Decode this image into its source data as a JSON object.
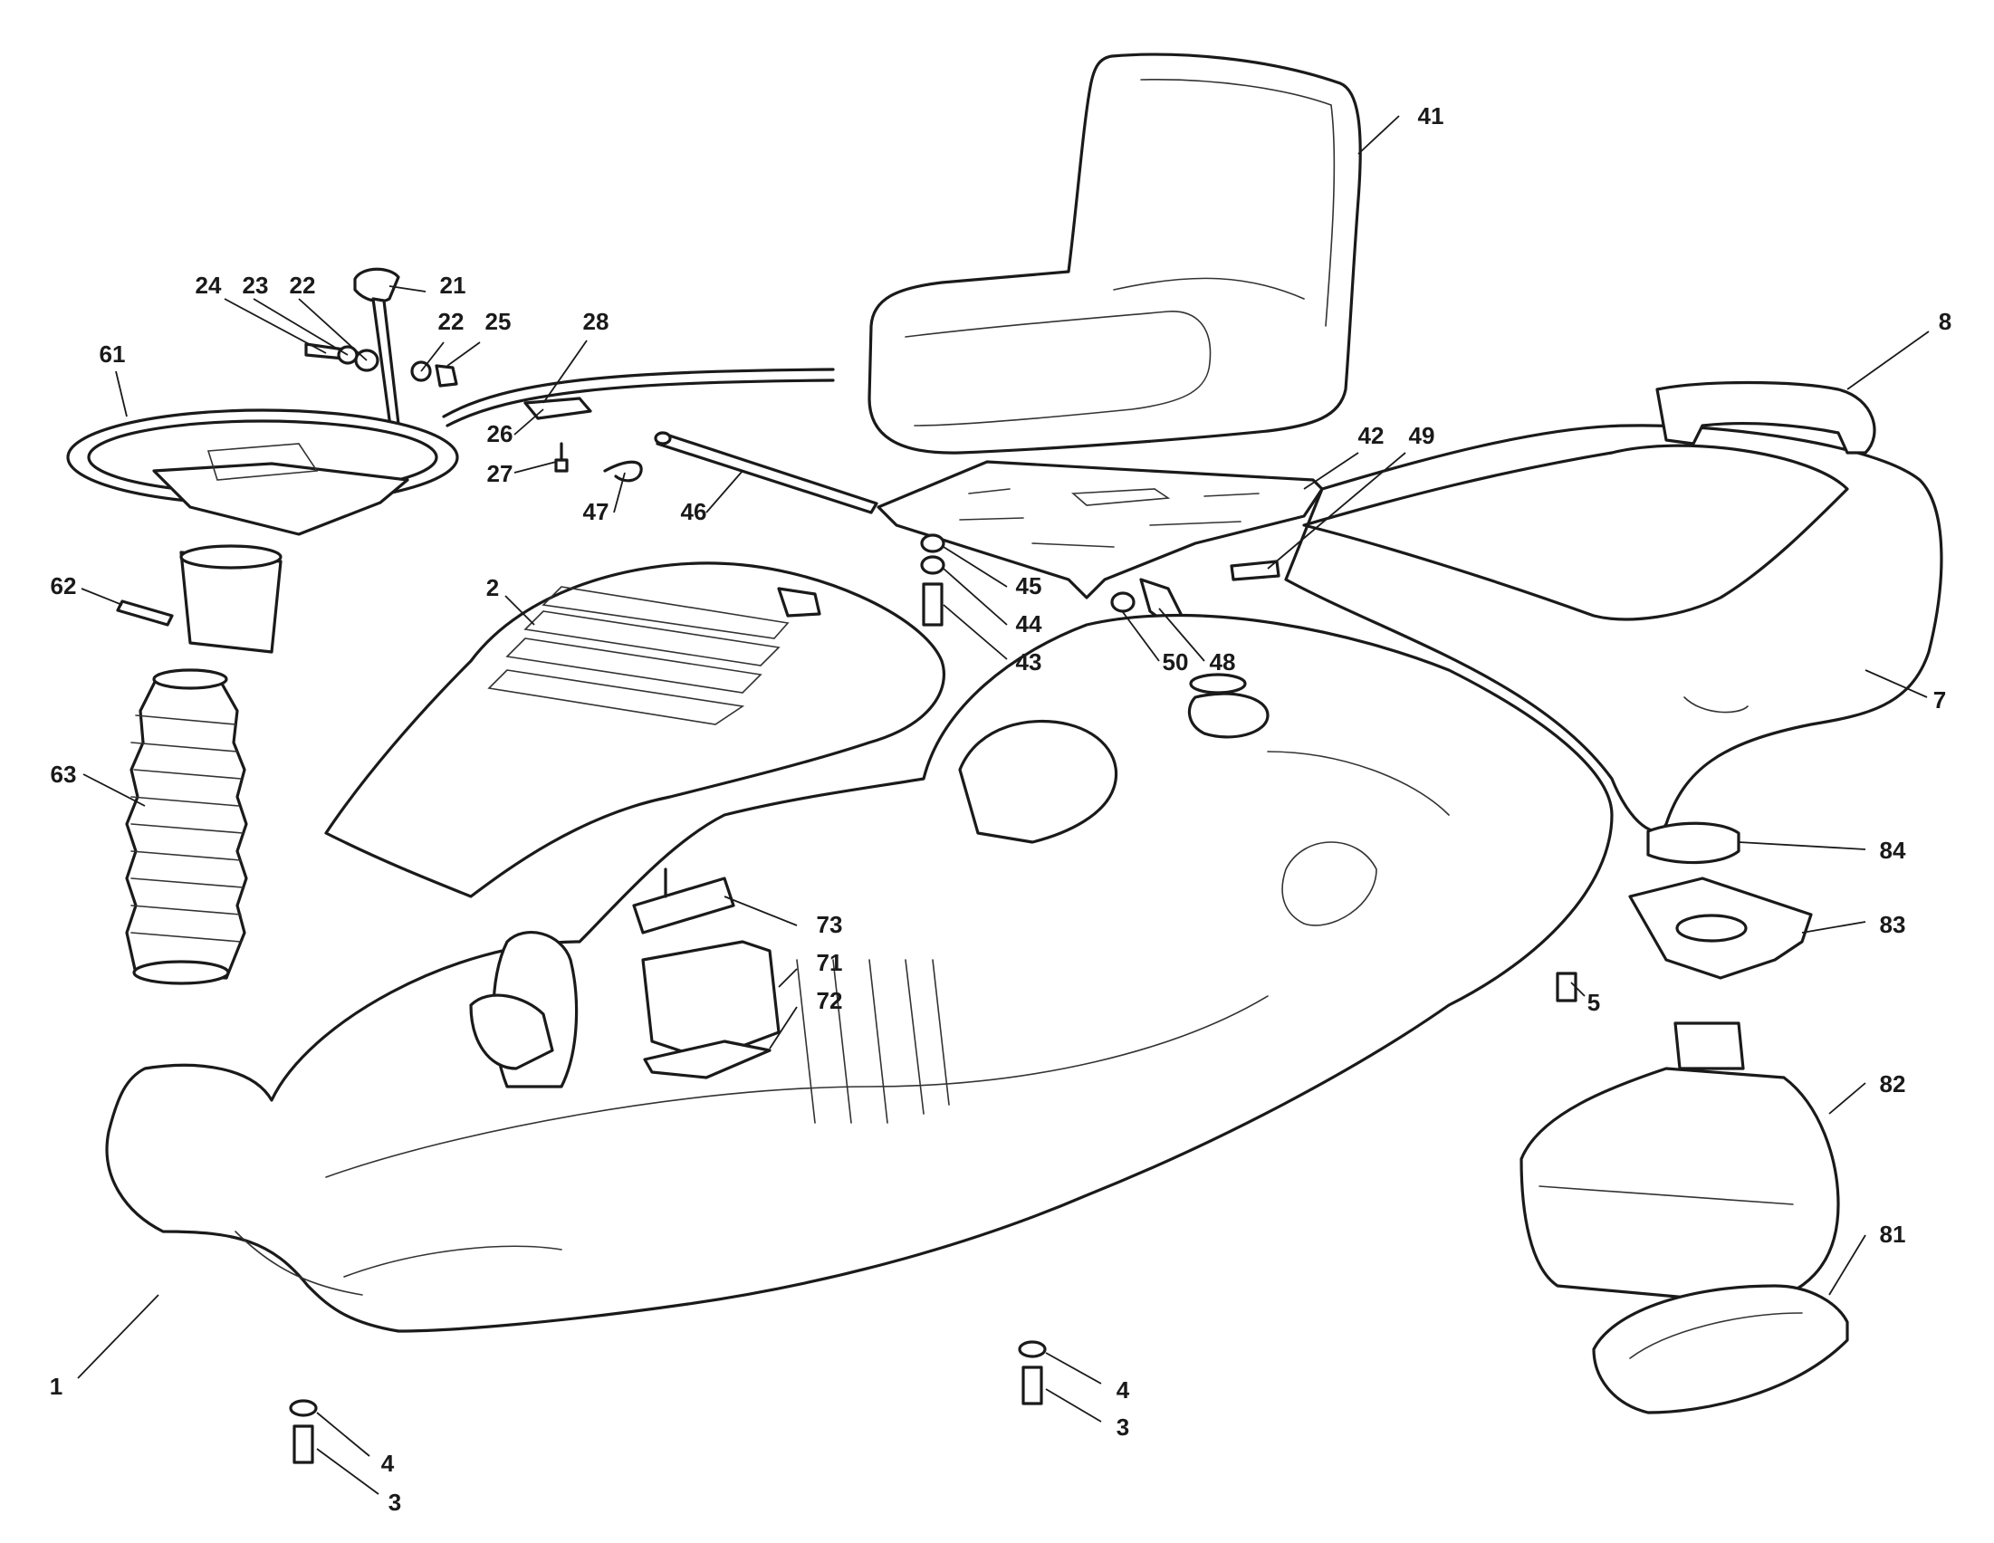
{
  "diagram": {
    "type": "exploded-parts-view",
    "callouts": [
      {
        "id": "c-41",
        "text": "41"
      },
      {
        "id": "c-21",
        "text": "21"
      },
      {
        "id": "c-24",
        "text": "24"
      },
      {
        "id": "c-23",
        "text": "23"
      },
      {
        "id": "c-22a",
        "text": "22"
      },
      {
        "id": "c-22b",
        "text": "22"
      },
      {
        "id": "c-25",
        "text": "25"
      },
      {
        "id": "c-28",
        "text": "28"
      },
      {
        "id": "c-8",
        "text": "8"
      },
      {
        "id": "c-61",
        "text": "61"
      },
      {
        "id": "c-26",
        "text": "26"
      },
      {
        "id": "c-27",
        "text": "27"
      },
      {
        "id": "c-42",
        "text": "42"
      },
      {
        "id": "c-49",
        "text": "49"
      },
      {
        "id": "c-47",
        "text": "47"
      },
      {
        "id": "c-46",
        "text": "46"
      },
      {
        "id": "c-62",
        "text": "62"
      },
      {
        "id": "c-2",
        "text": "2"
      },
      {
        "id": "c-45",
        "text": "45"
      },
      {
        "id": "c-44",
        "text": "44"
      },
      {
        "id": "c-43",
        "text": "43"
      },
      {
        "id": "c-50",
        "text": "50"
      },
      {
        "id": "c-48",
        "text": "48"
      },
      {
        "id": "c-7",
        "text": "7"
      },
      {
        "id": "c-63",
        "text": "63"
      },
      {
        "id": "c-84",
        "text": "84"
      },
      {
        "id": "c-73",
        "text": "73"
      },
      {
        "id": "c-83",
        "text": "83"
      },
      {
        "id": "c-71",
        "text": "71"
      },
      {
        "id": "c-72",
        "text": "72"
      },
      {
        "id": "c-5",
        "text": "5"
      },
      {
        "id": "c-82",
        "text": "82"
      },
      {
        "id": "c-81",
        "text": "81"
      },
      {
        "id": "c-1",
        "text": "1"
      },
      {
        "id": "c-4a",
        "text": "4"
      },
      {
        "id": "c-3a",
        "text": "3"
      },
      {
        "id": "c-4b",
        "text": "4"
      },
      {
        "id": "c-3b",
        "text": "3"
      }
    ]
  }
}
